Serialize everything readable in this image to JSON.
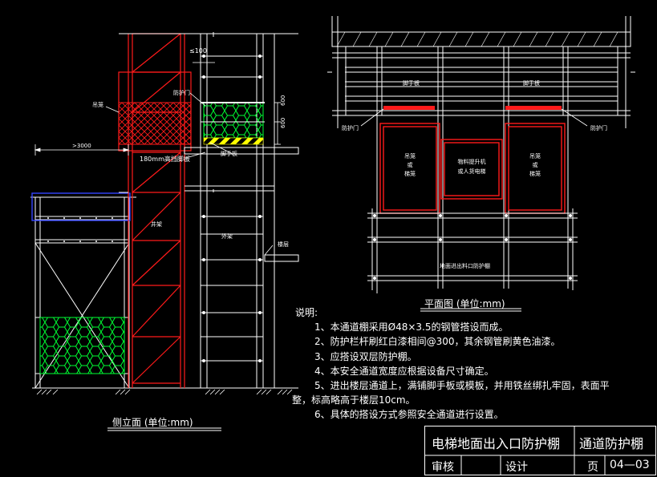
{
  "side_view": {
    "caption": "侧立面 (单位:mm)",
    "labels": {
      "hoist_cage": "吊笼",
      "protective_door": "防护门",
      "limit_le100": "≤100",
      "dim_gt3000": ">3000",
      "toe_board_180": "180mm高挡脚板",
      "scaffold_board": "脚手板",
      "dim_600_top": "600",
      "dim_600_bottom": "600",
      "shaft_frame": "井架",
      "outer_frame": "外架",
      "floor_slab": "楼层"
    }
  },
  "plan_view": {
    "caption": "平面图 (单位:mm)",
    "labels": {
      "scaffold_board_left": "脚手板",
      "scaffold_board_right": "脚手板",
      "door_left": "防护门",
      "door_right": "防护门",
      "cage_left": "吊笼\n或\n梯笼",
      "hoist_center": "物料提升机\n或人货电梯",
      "cage_right": "吊笼\n或\n梯笼",
      "passage_shed": "地面进出料口防护棚"
    }
  },
  "notes": {
    "heading": "说明:",
    "items": [
      "1、本通道棚采用Ø48×3.5的钢管搭设而成。",
      "2、防护栏杆刷红白漆相间@300，其余钢管刷黄色油漆。",
      "3、应搭设双层防护棚。",
      "4、本安全通道宽度应根据设备尺寸确定。",
      "5、进出楼层通道上，满铺脚手板或模板，并用铁丝绑扎牢固，表面平",
      "整，标高略高于楼层10cm。",
      "6、具体的搭设方式参照安全通道进行设置。"
    ]
  },
  "title_block": {
    "drawing_title": "电梯地面出入口防护棚",
    "category": "通道防护棚",
    "review_label": "审核",
    "design_label": "设计",
    "page_label": "页",
    "page_number": "04—03"
  },
  "colors": {
    "background": "#000000",
    "lines": "#ffffff",
    "frame_red": "#ff1a1a",
    "mesh_green": "#00ff33",
    "highlight_blue": "#3344ff",
    "hazard_yellow": "#ffff00"
  }
}
